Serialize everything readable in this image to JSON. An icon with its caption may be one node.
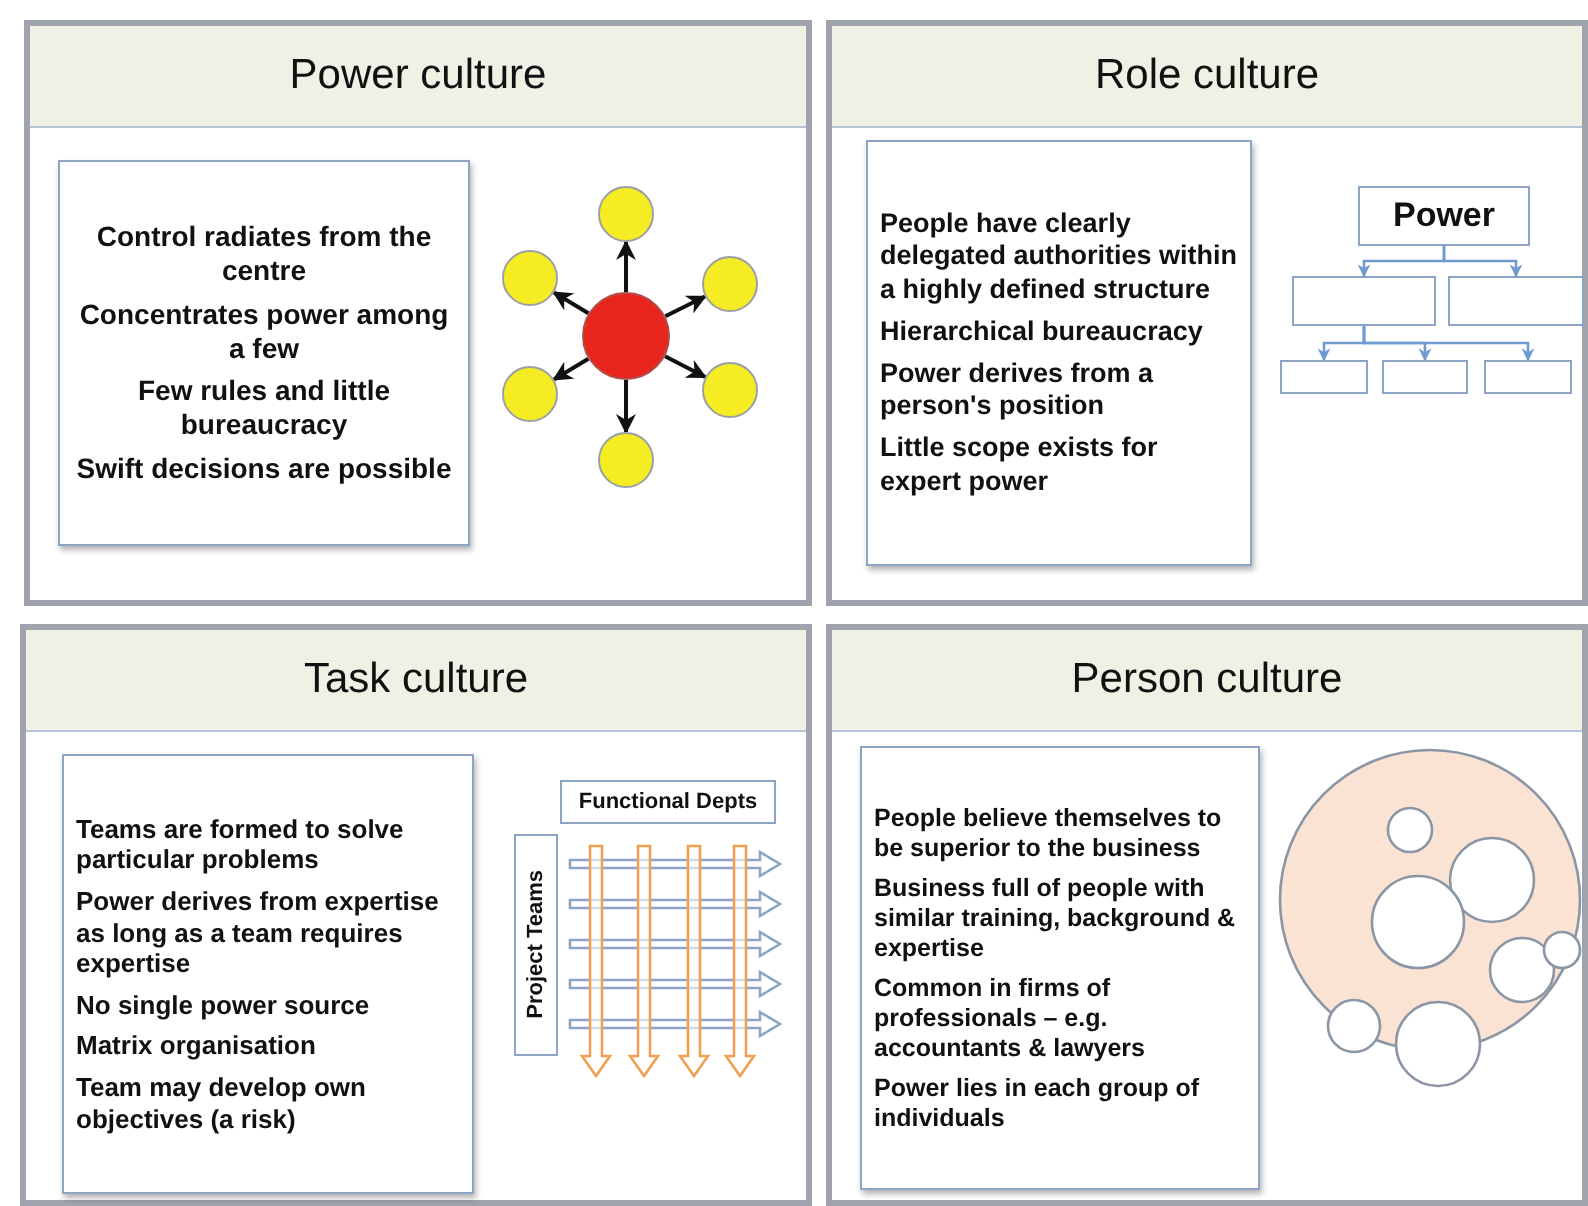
{
  "diagram": {
    "nodes": [
      {
        "text": [
          "Power culture"
        ]
      },
      {
        "text": [
          "Control radiates from the centre",
          "Concentrates power among a few",
          "Few rules and little bureaucracy",
          "Swift decisions are possible"
        ],
        "in": 0
      },
      {
        "text": [],
        "shape": "circle",
        "in": 0
      },
      {
        "text": [],
        "shape": "circle",
        "in": 0
      },
      {
        "text": [],
        "shape": "circle",
        "in": 0
      },
      {
        "text": [],
        "shape": "circle",
        "in": 0
      },
      {
        "text": [],
        "shape": "circle",
        "in": 0
      },
      {
        "text": [],
        "shape": "circle",
        "in": 0
      },
      {
        "text": [],
        "shape": "circle",
        "in": 0
      },
      {
        "text": [
          "Role culture"
        ]
      },
      {
        "text": [
          "People have clearly delegated authorities within a highly defined structure",
          "Hierarchical bureaucracy",
          "Power derives from a person's position",
          "Little scope exists for expert power"
        ],
        "in": 9
      },
      {
        "text": [
          "Power"
        ],
        "in": 9
      },
      {
        "text": [],
        "shape": "box",
        "in": 9
      },
      {
        "text": [],
        "shape": "box",
        "in": 9
      },
      {
        "text": [],
        "shape": "box",
        "in": 9
      },
      {
        "text": [],
        "shape": "box",
        "in": 9
      },
      {
        "text": [],
        "shape": "box",
        "in": 9
      },
      {
        "text": [
          "Task culture"
        ]
      },
      {
        "text": [
          "Teams are formed to solve particular problems",
          "Power derives from expertise as long as a team requires expertise",
          "No single power source",
          "Matrix organisation",
          "Team may develop own objectives (a risk)"
        ],
        "in": 17
      },
      {
        "text": [
          "Functional Depts"
        ],
        "in": 17
      },
      {
        "text": [
          "Project Teams"
        ],
        "in": 17
      },
      {
        "text": [
          "Person culture"
        ]
      },
      {
        "text": [
          "People believe themselves to be superior to the business",
          "Business full of people with similar training, background & expertise",
          "Common in firms of professionals – e.g. accountants & lawyers",
          "Power lies in each group of individuals"
        ],
        "in": 21
      }
    ],
    "edges": [
      {
        "from": 2,
        "to": 3,
        "arrow": "to"
      },
      {
        "from": 2,
        "to": 4,
        "arrow": "to"
      },
      {
        "from": 2,
        "to": 5,
        "arrow": "to"
      },
      {
        "from": 2,
        "to": 6,
        "arrow": "to"
      },
      {
        "from": 2,
        "to": 7,
        "arrow": "to"
      },
      {
        "from": 2,
        "to": 8,
        "arrow": "to"
      },
      {
        "from": 11,
        "to": 12,
        "arrow": "to",
        "color": "#6f9bd1"
      },
      {
        "from": 11,
        "to": 13,
        "arrow": "to",
        "color": "#6f9bd1"
      },
      {
        "from": 12,
        "to": 14,
        "arrow": "to",
        "color": "#6f9bd1"
      },
      {
        "from": 12,
        "to": 15,
        "arrow": "to",
        "color": "#6f9bd1"
      },
      {
        "from": 12,
        "to": 16,
        "arrow": "to",
        "color": "#6f9bd1"
      }
    ]
  }
}
